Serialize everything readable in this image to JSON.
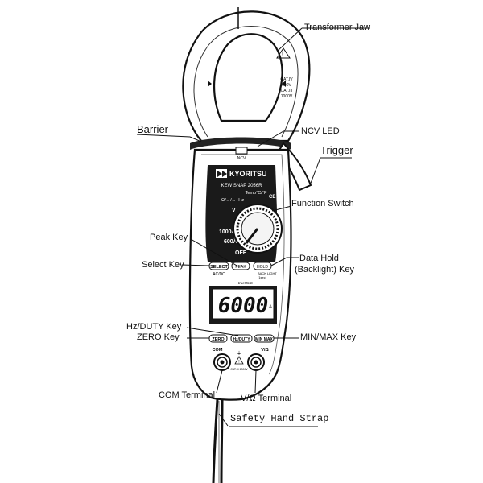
{
  "labels": {
    "transformer_jaw": "Transformer Jaw",
    "barrier": "Barrier",
    "ncv_led": "NCV LED",
    "trigger": "Trigger",
    "function_switch": "Function Switch",
    "peak_key": "Peak Key",
    "select_key": "Select Key",
    "data_hold_line1": "Data Hold",
    "data_hold_line2": "(Backlight) Key",
    "hz_duty_key": "Hz/DUTY Key",
    "zero_key": "ZERO Key",
    "min_max_key": "MIN/MAX Key",
    "com_terminal": "COM Terminal",
    "v_terminal": "V/Ω Terminal",
    "safety_strap": "Safety Hand Strap"
  },
  "device": {
    "brand": "KYORITSU",
    "model": "KEW SNAP 2056R",
    "temp_label": "Temp°C/°F",
    "ohm_row": "Ω/→/→  Hz",
    "ncv": "NCV",
    "dial_1000a": "1000Ã",
    "dial_600a": "600Ã",
    "dial_off": "OFF",
    "dial_v": "V",
    "btn_select": "SELECT",
    "btn_select_sub": "AC/DC",
    "btn_peak": "PEAK",
    "btn_hold": "HOLD",
    "backlight": "BACK LIGHT",
    "backlight_sub": "(1sec)",
    "true_rms": "trueRMS",
    "lcd_value": "6000",
    "lcd_unit": "A",
    "meter_title": "AC/DC CLAMP METER",
    "btn_zero": "ZERO",
    "btn_hz": "Hz/DUTY",
    "btn_minmax": "MIN MAX",
    "term_com": "COM",
    "term_vo": "V/Ω",
    "jaw_cat": "CAT.IV",
    "jaw_v1": "600V",
    "jaw_cat3": "CAT.III",
    "jaw_v2": "1000V"
  }
}
